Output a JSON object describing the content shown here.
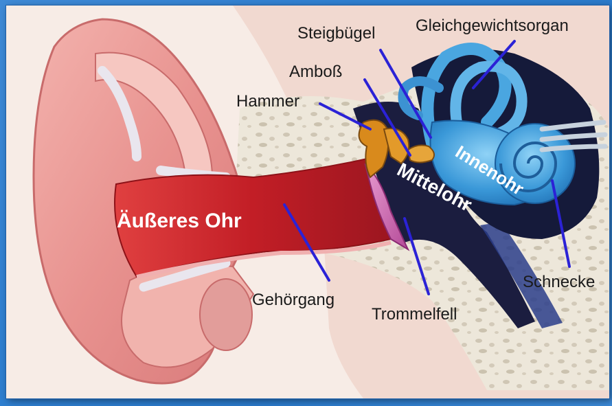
{
  "labels": {
    "steigbuegel": "Steigbügel",
    "gleichgewichtsorgan": "Gleichgewichtsorgan",
    "amboss": "Amboß",
    "hammer": "Hammer",
    "innenohr": "Innenohr",
    "mittelohr": "Mittelohr",
    "aeusseres_ohr": "Äußeres Ohr",
    "schnecke": "Schnecke",
    "gehoergang": "Gehörgang",
    "trommelfell": "Trommelfell"
  },
  "colors": {
    "leader_lines": "#2b22d6",
    "background": "#2f7fd0",
    "ear_skin": "#e79a9a",
    "ear_canal": "#c8242a",
    "bone": "#ece6da",
    "inner_ear": "#3c9dd8",
    "middle_ear_cavity": "#1b1d3f",
    "ossicles": "#d98a1c",
    "eardrum": "#d775b8"
  }
}
